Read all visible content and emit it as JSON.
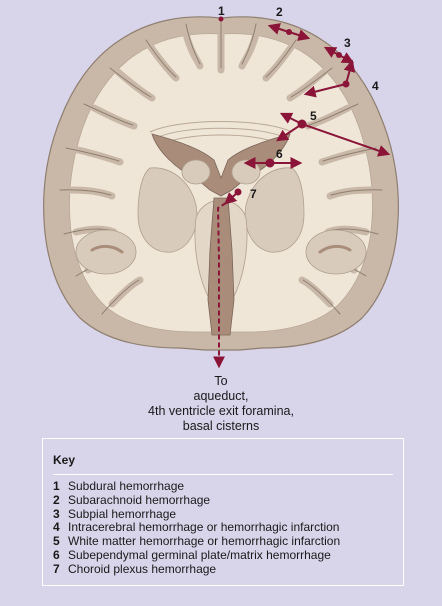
{
  "labels": [
    "1",
    "2",
    "3",
    "4",
    "5",
    "6",
    "7"
  ],
  "caption": [
    "To",
    "aqueduct,",
    "4th ventricle exit foramina,",
    "basal cisterns"
  ],
  "key": {
    "title": "Key",
    "items": [
      {
        "num": "1",
        "text": "Subdural hemorrhage"
      },
      {
        "num": "2",
        "text": "Subarachnoid hemorrhage"
      },
      {
        "num": "3",
        "text": "Subpial hemorrhage"
      },
      {
        "num": "4",
        "text": "Intracerebral hemorrhage or hemorrhagic infarction"
      },
      {
        "num": "5",
        "text": "White matter hemorrhage or hemorrhagic infarction"
      },
      {
        "num": "6",
        "text": "Subependymal germinal plate/matrix hemorrhage"
      },
      {
        "num": "7",
        "text": "Choroid plexus hemorrhage"
      }
    ]
  },
  "colors": {
    "background": "#d8d4ea",
    "cortex": "#c9b8a7",
    "white_matter": "#efe6d8",
    "ventricle": "#a98d7a",
    "deep_gray": "#d8cbbb",
    "arrow": "#8a1538"
  }
}
